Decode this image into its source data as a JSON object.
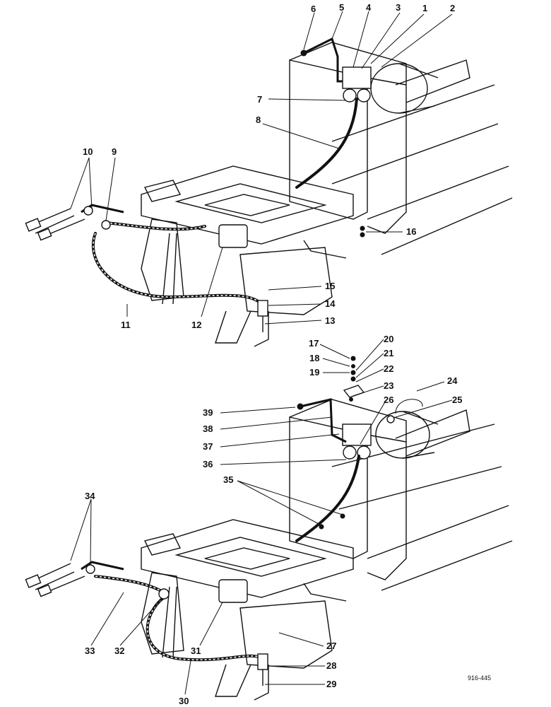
{
  "diagram": {
    "drawing_number": "916-445",
    "upper_callouts": [
      "1",
      "2",
      "3",
      "4",
      "5",
      "6",
      "7",
      "8",
      "9",
      "10",
      "11",
      "12",
      "13",
      "14",
      "15",
      "16"
    ],
    "lower_callouts": [
      "17",
      "18",
      "19",
      "20",
      "21",
      "22",
      "23",
      "24",
      "25",
      "26",
      "27",
      "28",
      "29",
      "30",
      "31",
      "32",
      "33",
      "34",
      "35",
      "36",
      "37",
      "38",
      "39"
    ]
  }
}
